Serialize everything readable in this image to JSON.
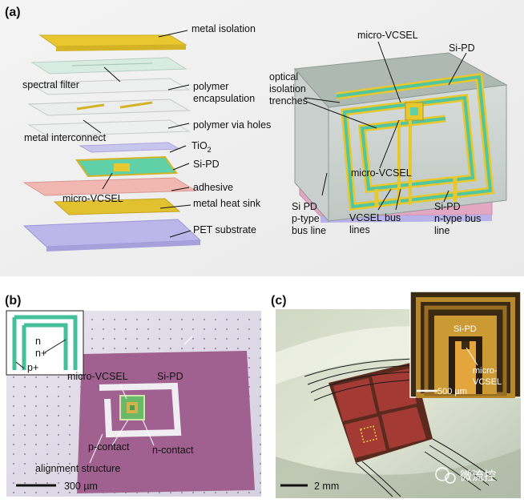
{
  "panels": {
    "a": "(a)",
    "b": "(b)",
    "c": "(c)"
  },
  "panel_a_left": {
    "metal_isolation": "metal isolation",
    "spectral_filter": "spectral filter",
    "polymer": "polymer",
    "encapsulation": "encapsulation",
    "polymer_via_holes": "polymer via holes",
    "metal_interconnect": "metal interconnect",
    "tio2_main": "TiO",
    "tio2_sub": "2",
    "si_pd": "Si-PD",
    "adhesive": "adhesive",
    "micro_vcsel": "micro-VCSEL",
    "metal_heat_sink": "metal heat sink",
    "pet_substrate": "PET substrate"
  },
  "panel_a_right": {
    "micro_vcsel": "micro-VCSEL",
    "si_pd": "Si-PD",
    "optical": "optical",
    "isolation": "isolation",
    "trenches": "trenches",
    "micro_vcsel_2": "micro-VCSEL",
    "si_pd_ptype_1": "Si PD",
    "si_pd_ptype_2": "p-type",
    "si_pd_ptype_3": "bus line",
    "vcsel_bus_1": "VCSEL bus",
    "vcsel_bus_2": "lines",
    "si_pd_ntype_1": "Si-PD",
    "si_pd_ntype_2": "n-type bus",
    "si_pd_ntype_3": "line"
  },
  "panel_b": {
    "inset_n": "n",
    "inset_nplus": "n+",
    "inset_pplus": "p+",
    "micro_vcsel": "micro-VCSEL",
    "si_pd": "Si-PD",
    "p_contact": "p-contact",
    "n_contact": "n-contact",
    "alignment": "alignment structure",
    "scale": "300 µm"
  },
  "panel_c": {
    "si_pd": "Si-PD",
    "micro_vcsel_1": "micro-",
    "micro_vcsel_2": "VCSEL",
    "inset_scale": "500 µm",
    "scale": "2 mm",
    "watermark": "微流控"
  },
  "colors": {
    "metal": "#e9cf3a",
    "si_pd": "#5fd0a8",
    "polymer": "#e6ecec",
    "adhesive": "#f3b7b2",
    "pet": "#b9b3e6",
    "sipd_b": "#a06090"
  }
}
